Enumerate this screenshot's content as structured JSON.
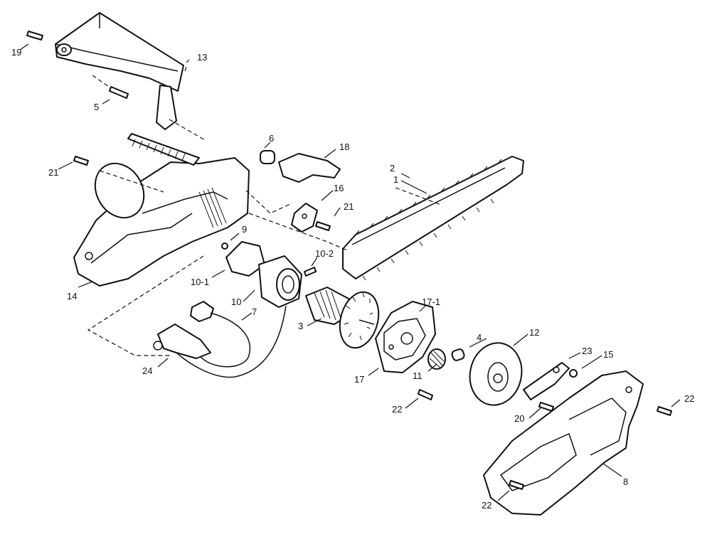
{
  "callouts": {
    "c1": "1",
    "c2": "2",
    "c3": "3",
    "c4": "4",
    "c5": "5",
    "c6": "6",
    "c7": "7",
    "c8": "8",
    "c9": "9",
    "c10": "10",
    "c10_1": "10-1",
    "c10_2": "10-2",
    "c11": "11",
    "c12": "12",
    "c13": "13",
    "c14": "14",
    "c15": "15",
    "c16": "16",
    "c17": "17",
    "c17_1": "17-1",
    "c18": "18",
    "c19": "19",
    "c20": "20",
    "c21a": "21",
    "c21b": "21",
    "c22a": "22",
    "c22b": "22",
    "c22c": "22",
    "c23": "23",
    "c24": "24"
  }
}
